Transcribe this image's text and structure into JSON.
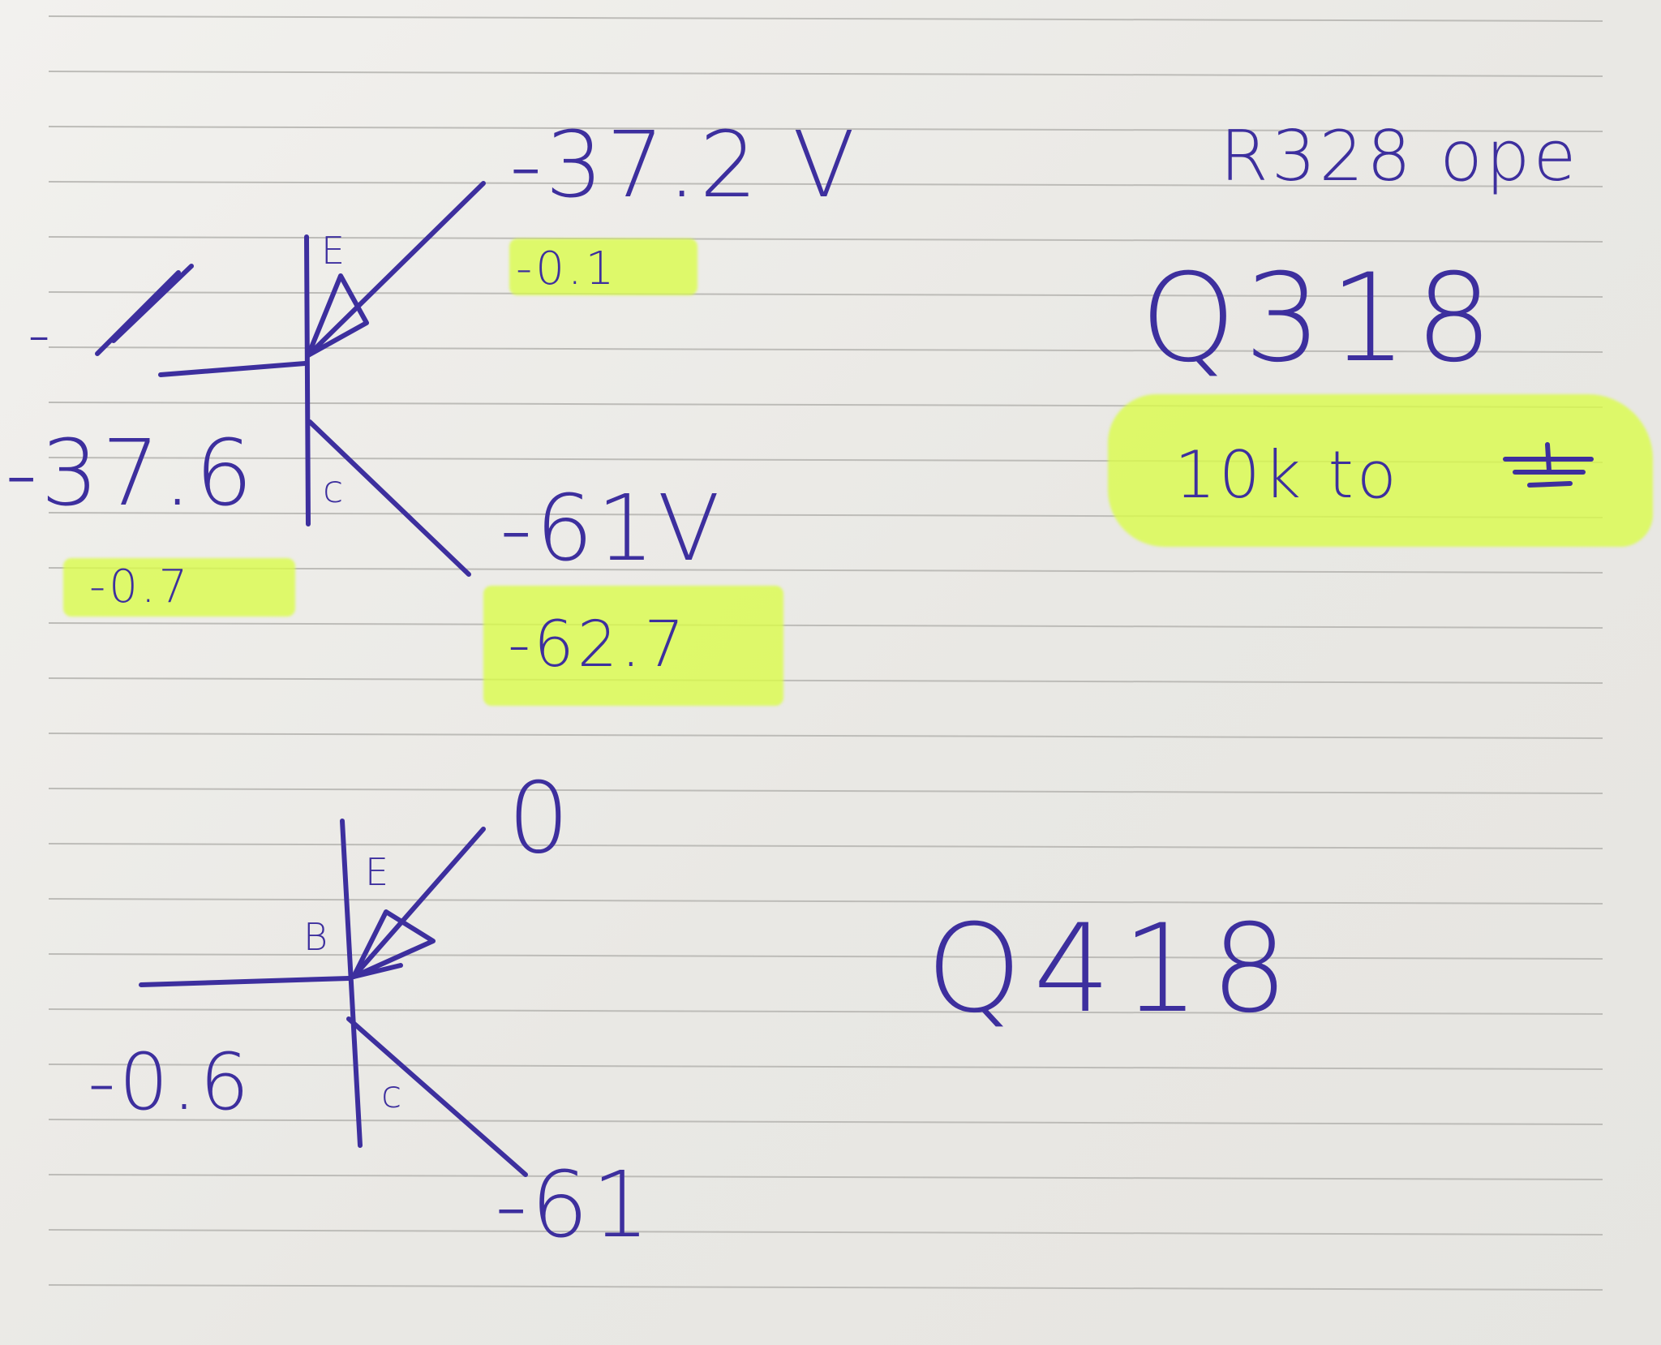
{
  "upper_transistor": {
    "emitter_letter": "E",
    "collector_letter": "c",
    "emitter_voltage": "-37.2 V",
    "emitter_reading": "-0.1",
    "base_label": "-",
    "base_voltage": "-37.6",
    "base_reading": "-0.7",
    "collector_voltage": "-61V",
    "collector_reading": "-62.7"
  },
  "lower_transistor": {
    "emitter_letter": "E",
    "base_letter": "B",
    "collector_letter": "c",
    "emitter_voltage": "0",
    "base_voltage": "-0.6",
    "collector_voltage": "-61"
  },
  "notes": {
    "resistor_note": "R328 ope",
    "upper_part": "Q318",
    "ground_note": "10k to",
    "lower_part": "Q418"
  },
  "colors": {
    "ink": "#3d2f9e",
    "highlighter": "#dafc46",
    "paper": "#ecebe8",
    "rule_line": "#bdbcb8"
  }
}
